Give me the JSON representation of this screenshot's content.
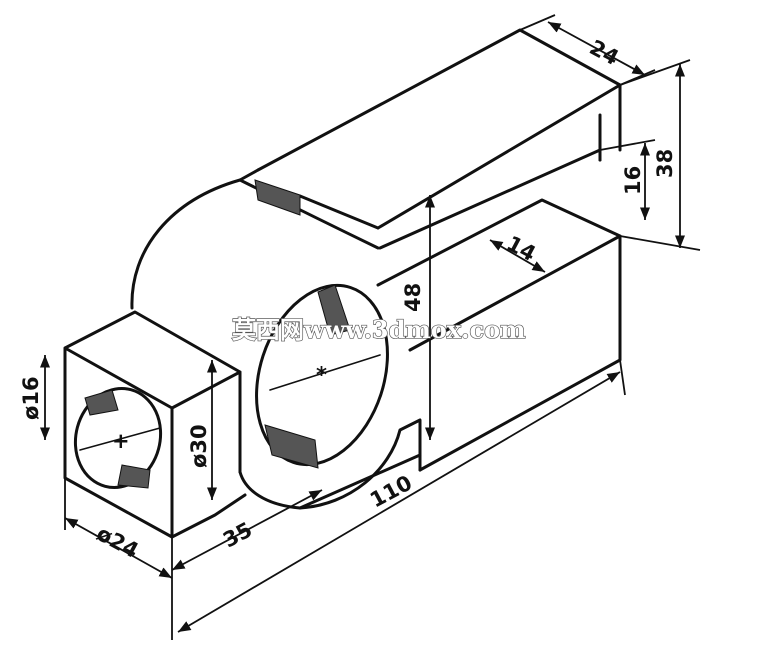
{
  "dimensions": {
    "width_24": "24",
    "height_38": "38",
    "slot_16": "16",
    "slot_14": "14",
    "bore_48": "48",
    "hole_16": "ø16",
    "bore_30": "ø30",
    "boss_24": "ø24",
    "length_35": "35",
    "length_110": "110"
  },
  "watermark": "莫西网www.3dmox.com"
}
